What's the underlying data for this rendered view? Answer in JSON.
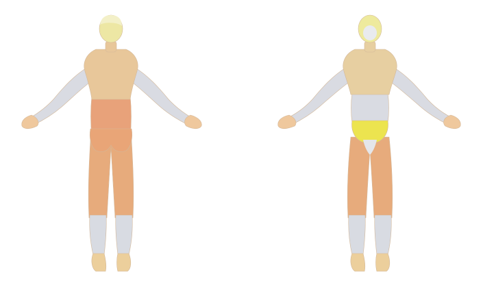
{
  "figures": [
    {
      "view": "back",
      "regions": [
        {
          "part": "head",
          "color": "#ede7a4"
        },
        {
          "part": "upper-back",
          "color": "#e8c79a"
        },
        {
          "part": "lower-back",
          "color": "#e8a27a"
        },
        {
          "part": "buttocks",
          "color": "#e9a577"
        },
        {
          "part": "legs",
          "color": "#e7ab7c"
        },
        {
          "part": "arms",
          "color": "#d9dbe2"
        },
        {
          "part": "hands",
          "color": "#efc89d"
        },
        {
          "part": "lower-legs",
          "color": "#d8dbe2"
        },
        {
          "part": "feet",
          "color": "#eccf9c"
        }
      ]
    },
    {
      "view": "front",
      "regions": [
        {
          "part": "head",
          "color": "#eeea9d"
        },
        {
          "part": "chest",
          "color": "#e7cfa1"
        },
        {
          "part": "abdomen",
          "color": "#d9dbe2"
        },
        {
          "part": "pelvis",
          "color": "#ece44f"
        },
        {
          "part": "legs",
          "color": "#e7ab7c"
        },
        {
          "part": "arms",
          "color": "#d9dbe2"
        },
        {
          "part": "hands",
          "color": "#efc89d"
        },
        {
          "part": "lower-legs",
          "color": "#d8dbe2"
        },
        {
          "part": "feet",
          "color": "#eccf9c"
        }
      ]
    }
  ]
}
